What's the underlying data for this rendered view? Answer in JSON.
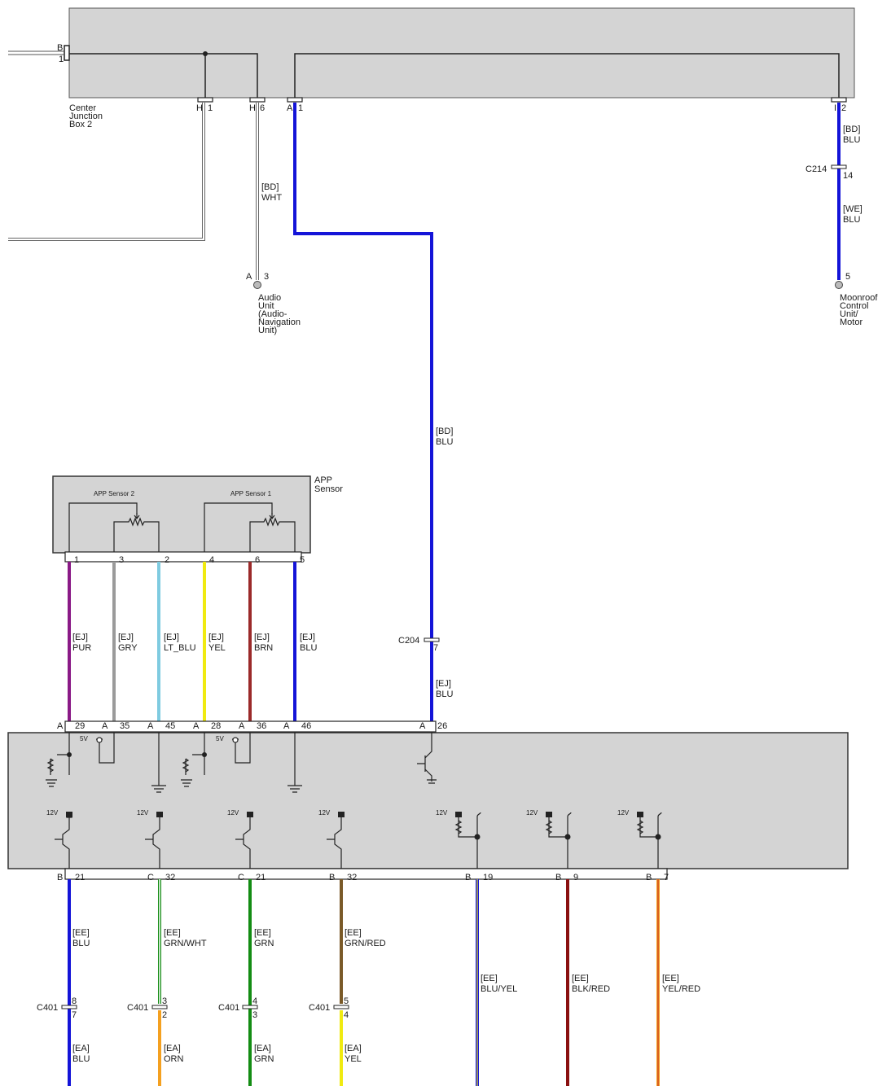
{
  "colors": {
    "module_fill": "#d4d4d4",
    "outline": "#222222",
    "white": "#ffffff",
    "blue": "#1414d8",
    "purple": "#8a1a86",
    "gray": "#9a9a9a",
    "lt_blue": "#7fcbe0",
    "yellow": "#f0ea10",
    "brown": "#9b2a2a",
    "green": "#138c13",
    "orange": "#f4a020",
    "dark_red": "#8a1010",
    "olive": "#7a5a28"
  },
  "center_junction_box": {
    "name_lines": [
      "Center",
      "Junction",
      "Box 2"
    ],
    "pin_b_letter": "B",
    "pin_b_number": "1",
    "h1_letter": "H",
    "h1_number": "1",
    "h6_letter": "H",
    "h6_number": "6",
    "a1_letter": "A",
    "a1_number": "1",
    "i2_letter": "I",
    "i2_number": "2"
  },
  "wire_white": {
    "harness": "[BD]",
    "color": "WHT"
  },
  "audio_unit": {
    "pin_letter": "A",
    "pin_number": "3",
    "name_lines": [
      "Audio",
      "Unit",
      "(Audio-",
      "Navigation",
      "Unit)"
    ]
  },
  "moonroof": {
    "upper_wire": {
      "harness": "[BD]",
      "color": "BLU"
    },
    "connector": "C214",
    "connector_pin": "14",
    "lower_wire": {
      "harness": "[WE]",
      "color": "BLU"
    },
    "pin_number": "5",
    "name_lines": [
      "Moonroof",
      "Control",
      "Unit/",
      "Motor"
    ]
  },
  "center_blue_wire": {
    "upper": {
      "harness": "[BD]",
      "color": "BLU"
    },
    "connector": "C204",
    "connector_pin": "7",
    "lower": {
      "harness": "[EJ]",
      "color": "BLU"
    },
    "pcm_letter": "A",
    "pcm_pin": "26"
  },
  "app_sensor": {
    "name_lines": [
      "APP",
      "Sensor"
    ],
    "sensor2_label": "APP Sensor 2",
    "sensor1_label": "APP Sensor 1",
    "wires": [
      {
        "pin": "1",
        "harness": "[EJ]",
        "color": "PUR",
        "pcm_letter": "A",
        "pcm_pin": "29"
      },
      {
        "pin": "3",
        "harness": "[EJ]",
        "color": "GRY",
        "pcm_letter": "A",
        "pcm_pin": "35"
      },
      {
        "pin": "2",
        "harness": "[EJ]",
        "color": "LT_BLU",
        "pcm_letter": "A",
        "pcm_pin": "45"
      },
      {
        "pin": "4",
        "harness": "[EJ]",
        "color": "YEL",
        "pcm_letter": "A",
        "pcm_pin": "28"
      },
      {
        "pin": "6",
        "harness": "[EJ]",
        "color": "BRN",
        "pcm_letter": "A",
        "pcm_pin": "36"
      },
      {
        "pin": "5",
        "harness": "[EJ]",
        "color": "BLU",
        "pcm_letter": "A",
        "pcm_pin": "46"
      }
    ]
  },
  "pcm": {
    "v5_label": "5V",
    "v12_label": "12V",
    "outputs": [
      {
        "letter": "B",
        "pin": "21",
        "harness": "[EE]",
        "color": "BLU",
        "connector": "C401",
        "conn_pin_top": "8",
        "conn_pin_bottom": "7",
        "lower_harness": "[EA]",
        "lower_color": "BLU"
      },
      {
        "letter": "C",
        "pin": "32",
        "harness": "[EE]",
        "color": "GRN/WHT",
        "connector": "C401",
        "conn_pin_top": "3",
        "conn_pin_bottom": "2",
        "lower_harness": "[EA]",
        "lower_color": "ORN"
      },
      {
        "letter": "C",
        "pin": "21",
        "harness": "[EE]",
        "color": "GRN",
        "connector": "C401",
        "conn_pin_top": "4",
        "conn_pin_bottom": "3",
        "lower_harness": "[EA]",
        "lower_color": "GRN"
      },
      {
        "letter": "B",
        "pin": "32",
        "harness": "[EE]",
        "color": "GRN/RED",
        "connector": "C401",
        "conn_pin_top": "5",
        "conn_pin_bottom": "4",
        "lower_harness": "[EA]",
        "lower_color": "YEL"
      },
      {
        "letter": "B",
        "pin": "19",
        "harness": "[EE]",
        "color": "BLU/YEL"
      },
      {
        "letter": "B",
        "pin": "9",
        "harness": "[EE]",
        "color": "BLK/RED"
      },
      {
        "letter": "B",
        "pin": "7",
        "harness": "[EE]",
        "color": "YEL/RED"
      }
    ]
  }
}
